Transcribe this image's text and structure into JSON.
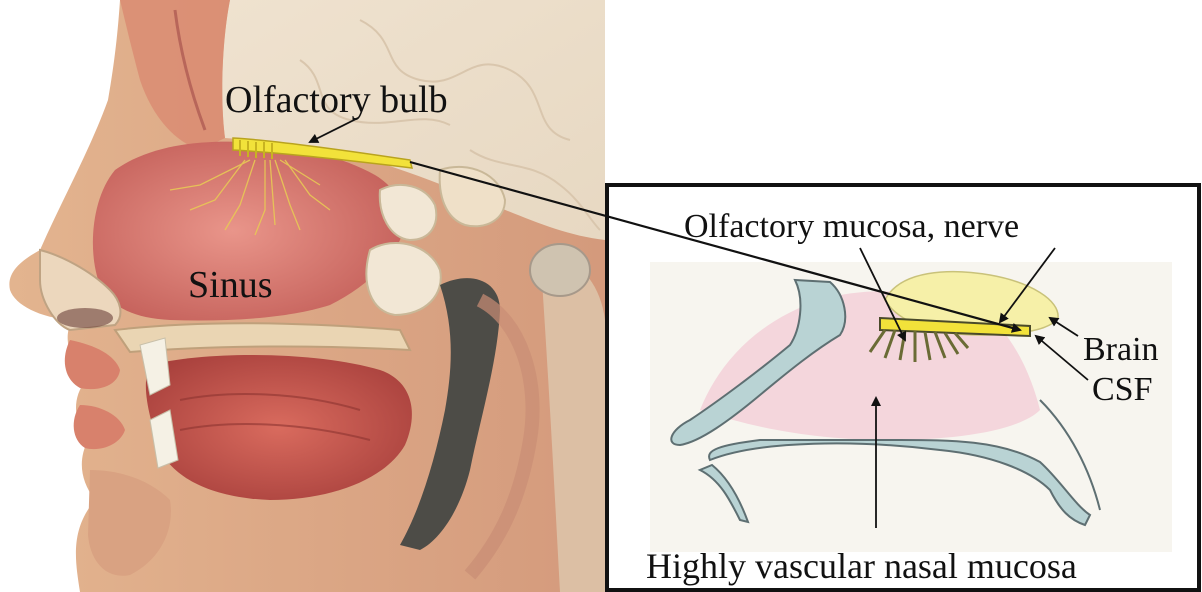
{
  "labels": {
    "olfactory_bulb": "Olfactory bulb",
    "sinus": "Sinus",
    "olfactory_mucosa_nerve": "Olfactory mucosa, nerve",
    "brain": "Brain",
    "csf": "CSF",
    "highly_vascular_nasal_mucosa": "Highly vascular nasal mucosa"
  },
  "colors": {
    "background": "#ffffff",
    "skin": "#e7bf9e",
    "muscle": "#c8605a",
    "cavity": "#e9a096",
    "bone": "#e8dcc4",
    "brain": "#f1e6d4",
    "nerve_yellow": "#f2e23a",
    "inset_border": "#111111",
    "inset_tissue_blue": "#b9d3d4",
    "inset_mucosa_pink": "#f3d3d9",
    "inset_brain_yellow": "#f6f0a8"
  }
}
